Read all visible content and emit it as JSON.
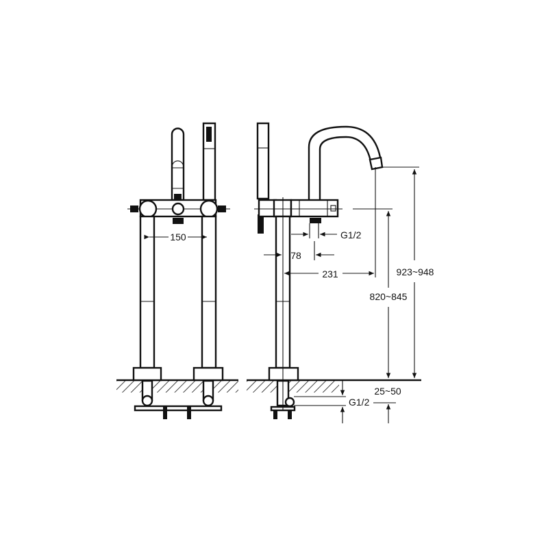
{
  "drawing": {
    "front_view": {
      "spacing_label": "150"
    },
    "side_view": {
      "inlet_label": "G1/2",
      "column_offset_label": "78",
      "spout_reach_label": "231",
      "spout_height_label": "923~948",
      "body_height_label": "820~845",
      "floor_depth_label": "25~50",
      "floor_inlet_label": "G1/2"
    },
    "colors": {
      "line": "#111111",
      "background": "#ffffff"
    }
  }
}
